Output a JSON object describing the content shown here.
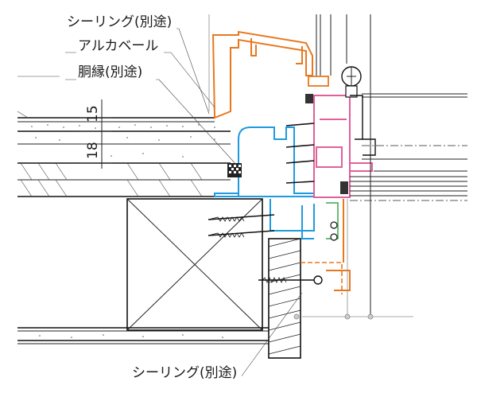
{
  "labels": {
    "sealing_top": "シーリング(別途)",
    "aluminum_bevel": "アルカベール",
    "trim": "胴縁(別途)",
    "sealing_bottom": "シーリング(別途)"
  },
  "dimensions": {
    "d1": "15",
    "d2": "18"
  },
  "colors": {
    "line": "#111111",
    "orange_frame": "#e8781e",
    "blue_frame": "#1e9be0",
    "pink_frame": "#e0609a",
    "green_frame": "#3aa648",
    "leader": "#8c8c8c"
  }
}
